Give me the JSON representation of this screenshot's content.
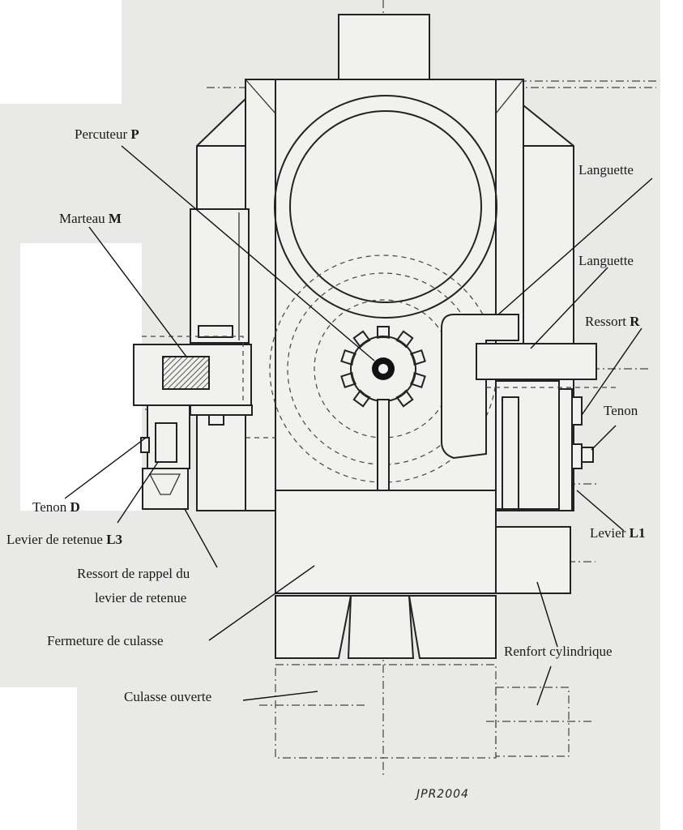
{
  "labels": {
    "percuteur": {
      "text": "Percuteur",
      "letter": "P"
    },
    "marteau": {
      "text": "Marteau",
      "letter": "M"
    },
    "languette_1": {
      "text": "Languette"
    },
    "languette_2": {
      "text": "Languette"
    },
    "ressort_r": {
      "text": "Ressort",
      "letter": "R"
    },
    "tenon_right": {
      "text": "Tenon"
    },
    "tenon_d": {
      "text": "Tenon",
      "letter": "D"
    },
    "levier_retenue": {
      "text": "Levier de retenue",
      "letter": "L3"
    },
    "levier_l1": {
      "text": "Levier",
      "letter": "L1"
    },
    "ressort_rappel_1": {
      "text": "Ressort de rappel du"
    },
    "ressort_rappel_2": {
      "text": "levier de retenue"
    },
    "fermeture": {
      "text": "Fermeture de culasse"
    },
    "renfort": {
      "text": "Renfort cylindrique"
    },
    "culasse_ouverte": {
      "text": "Culasse ouverte"
    }
  },
  "signature": "JPR2004",
  "colors": {
    "ink": "#222222",
    "paper": "#e9e9e7",
    "hatch": "#555555"
  }
}
